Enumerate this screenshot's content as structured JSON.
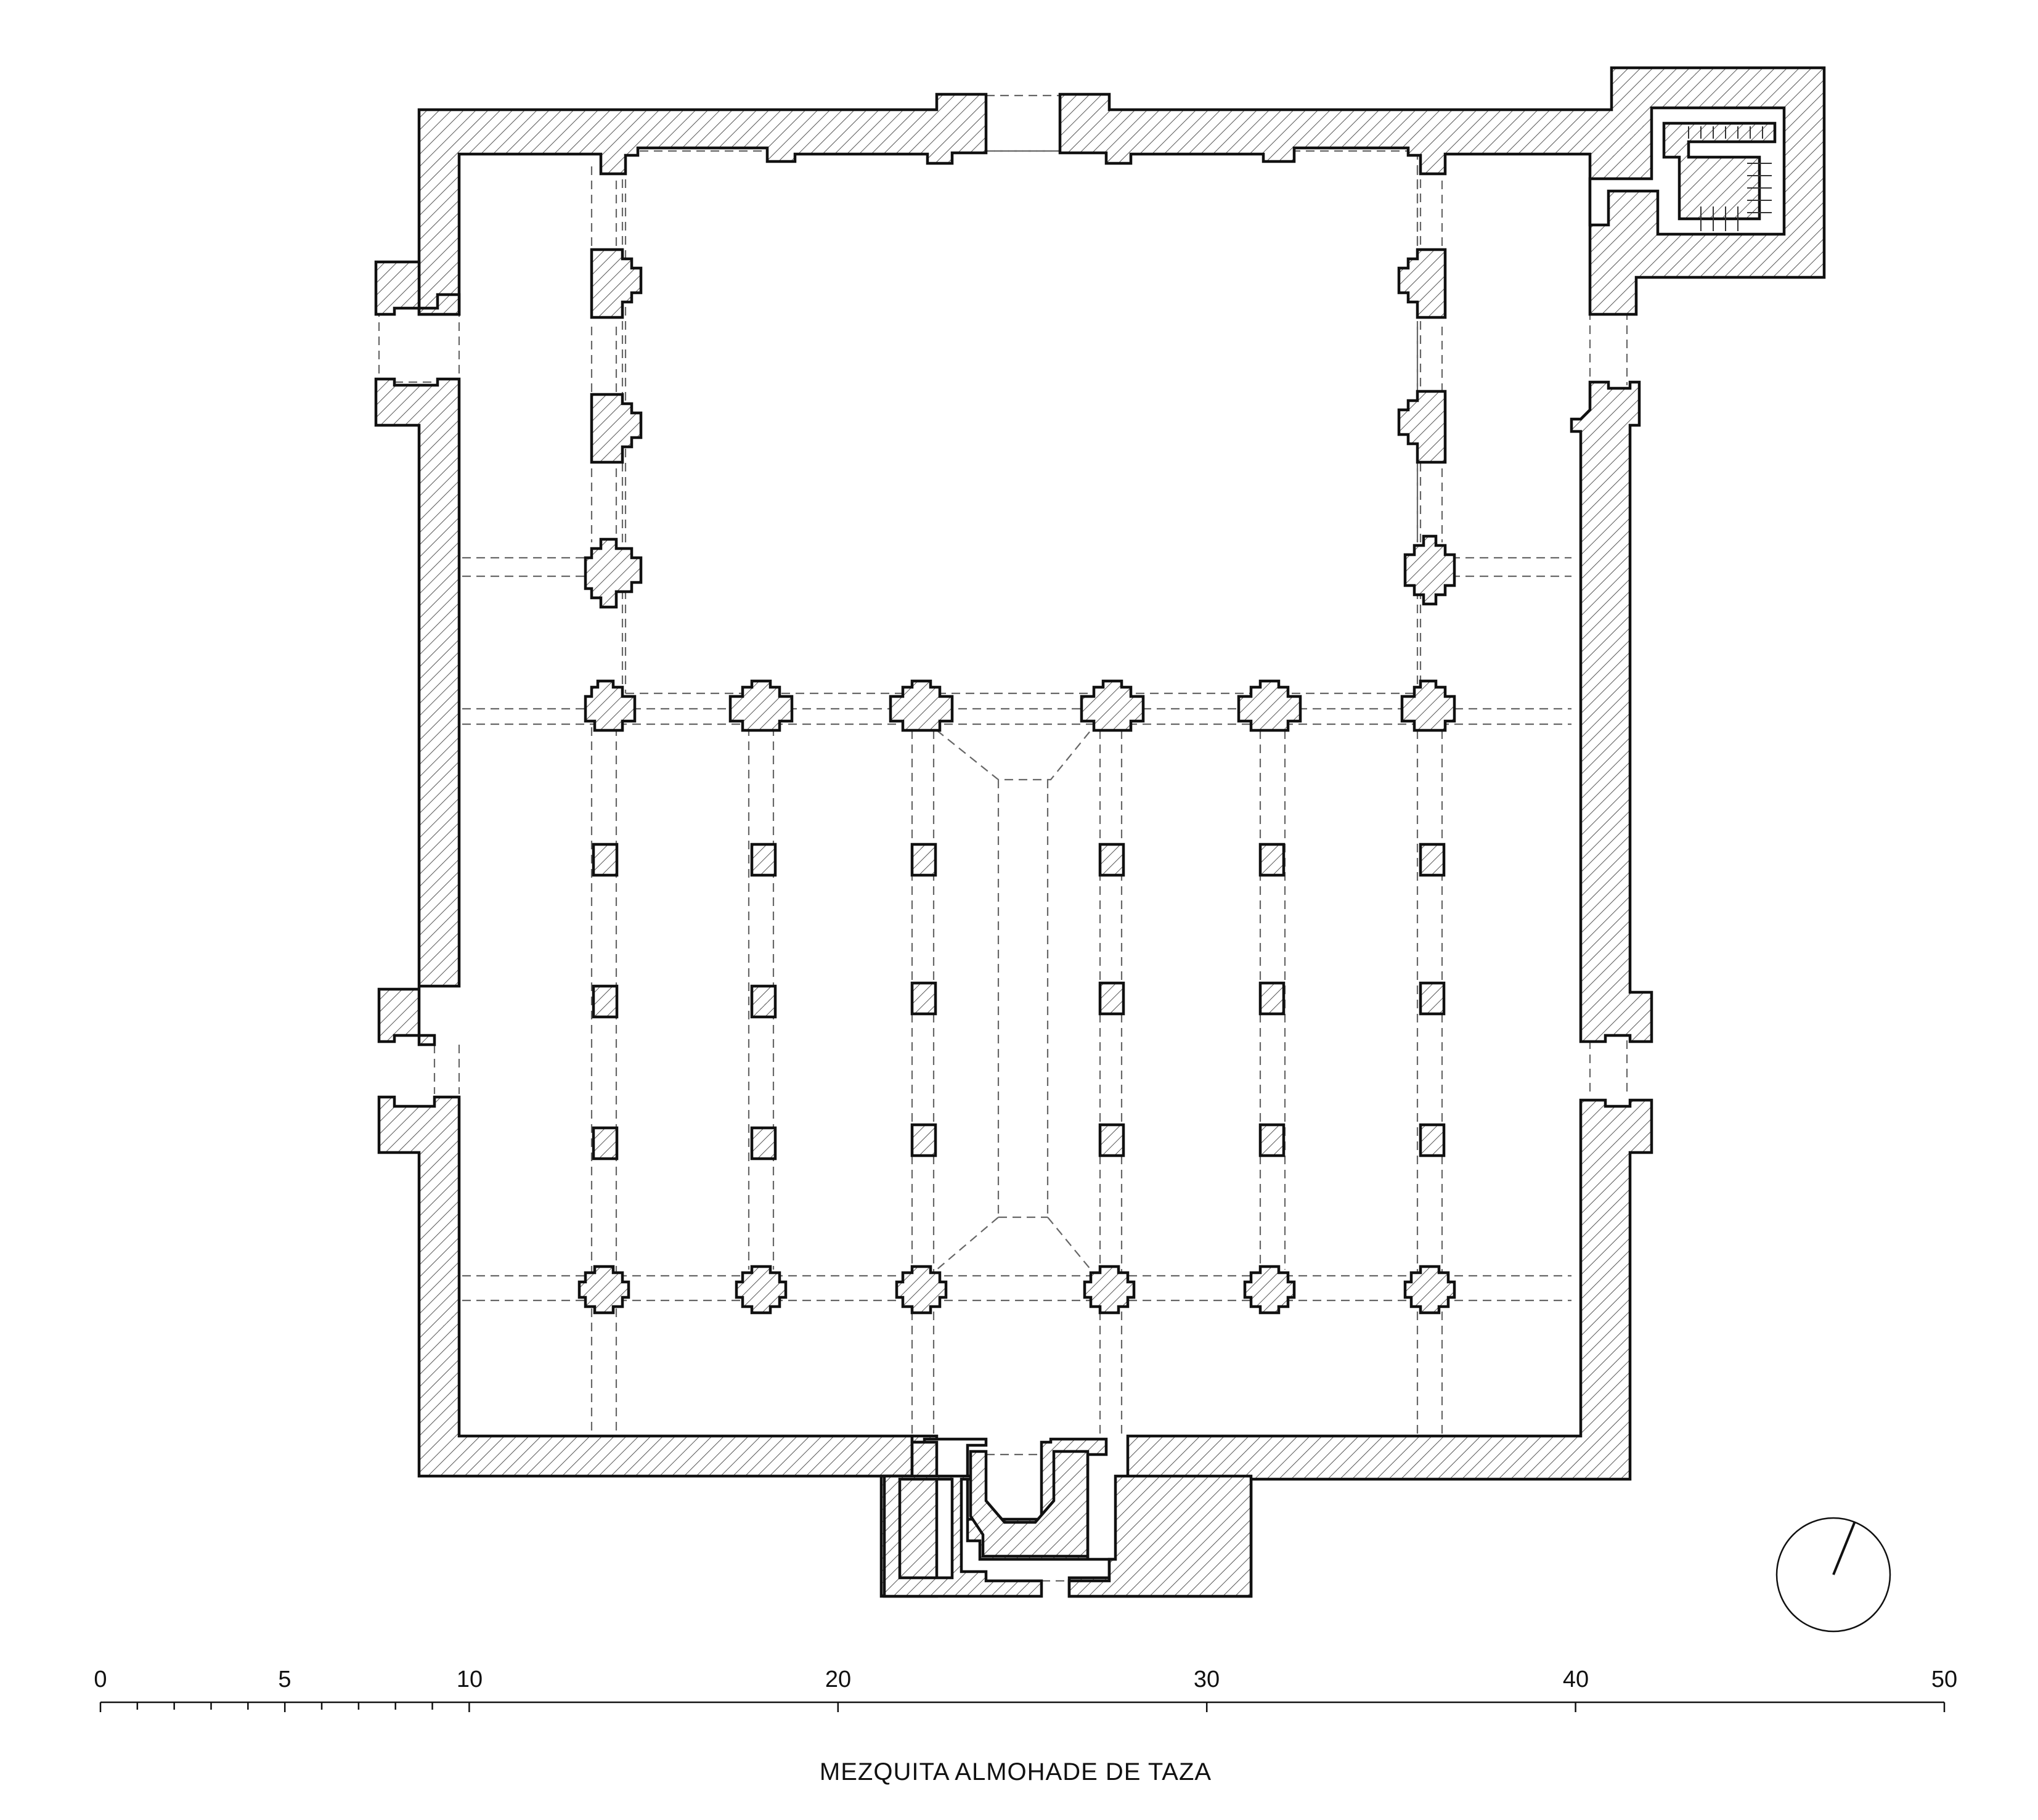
{
  "title": "MEZQUITA ALMOHADE DE TAZA",
  "scale": {
    "unit_labels": [
      "0",
      "5",
      "10",
      "20",
      "30",
      "40",
      "50"
    ]
  },
  "north_arrow": {
    "rotation_deg": 22
  }
}
